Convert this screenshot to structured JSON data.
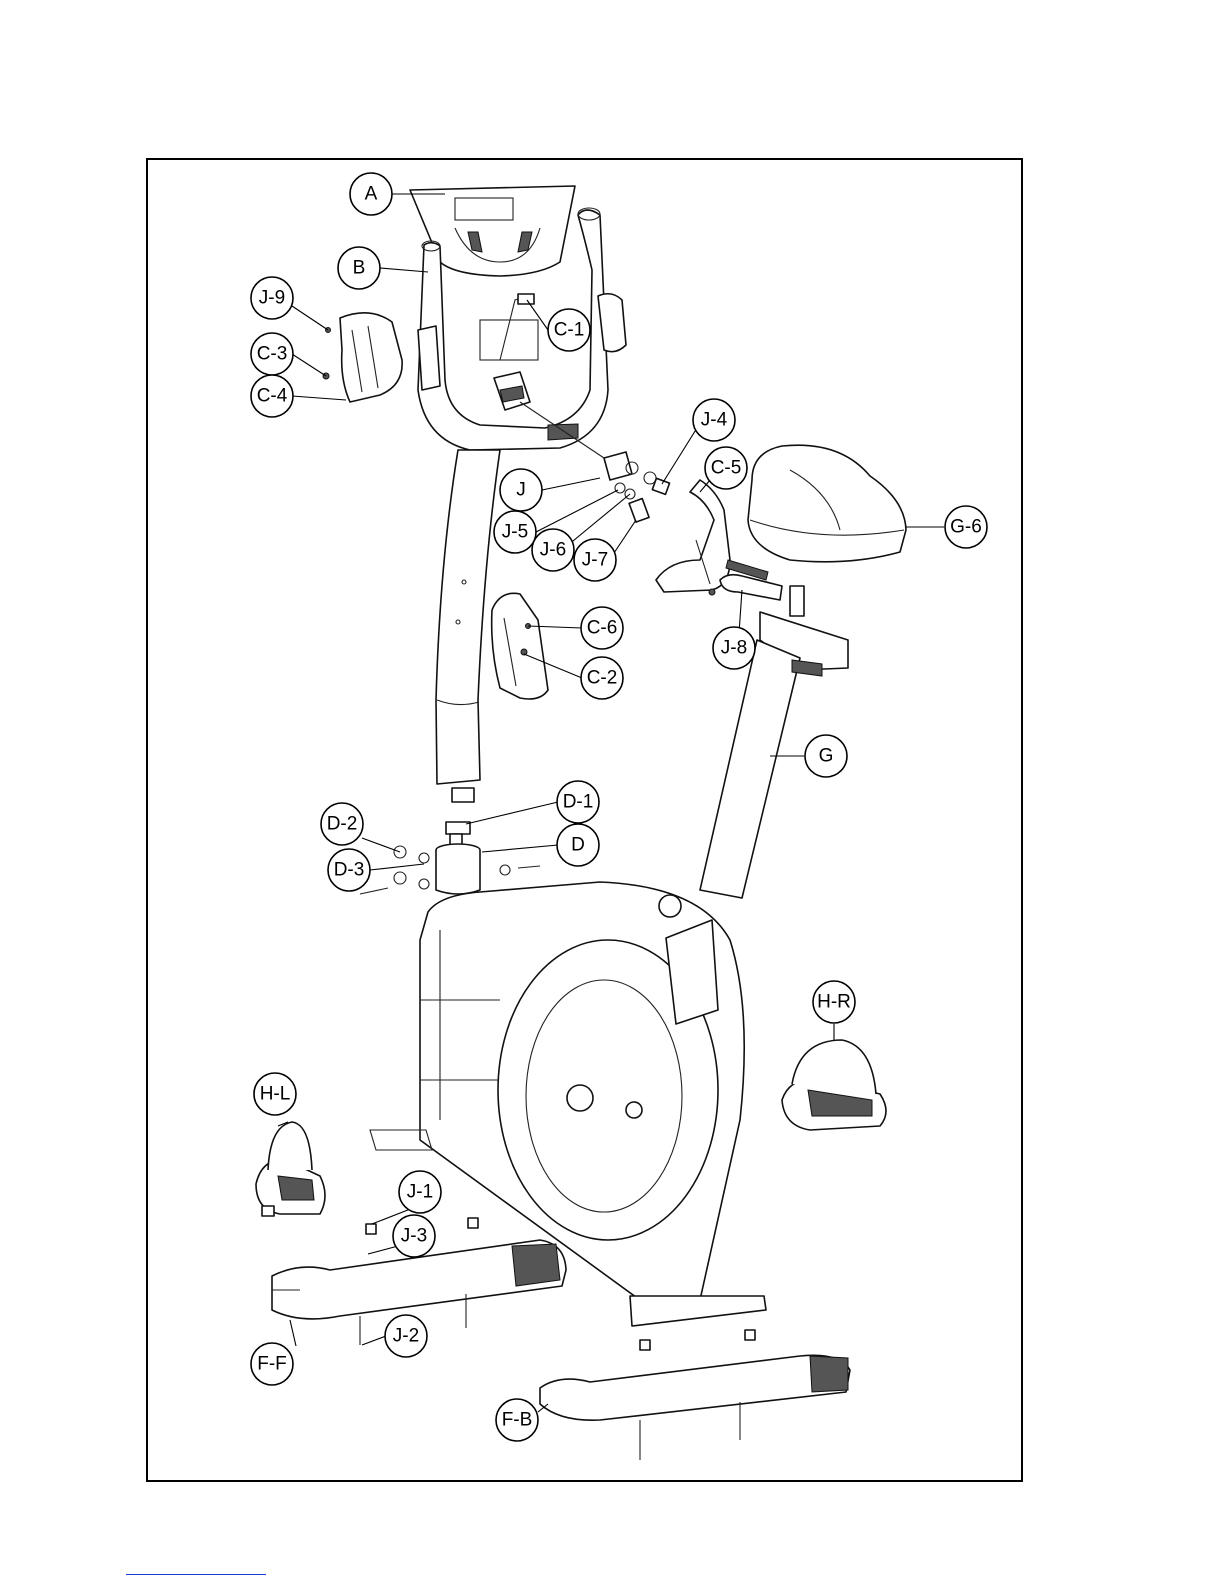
{
  "callouts": [
    {
      "id": "A",
      "label": "A"
    },
    {
      "id": "B",
      "label": "B"
    },
    {
      "id": "J-9",
      "label": "J-9"
    },
    {
      "id": "C-3",
      "label": "C-3"
    },
    {
      "id": "C-4",
      "label": "C-4"
    },
    {
      "id": "C-1",
      "label": "C-1"
    },
    {
      "id": "J-4",
      "label": "J-4"
    },
    {
      "id": "C-5",
      "label": "C-5"
    },
    {
      "id": "G-6",
      "label": "G-6"
    },
    {
      "id": "J",
      "label": "J"
    },
    {
      "id": "J-5",
      "label": "J-5"
    },
    {
      "id": "J-6",
      "label": "J-6"
    },
    {
      "id": "J-7",
      "label": "J-7"
    },
    {
      "id": "C-6",
      "label": "C-6"
    },
    {
      "id": "J-8",
      "label": "J-8"
    },
    {
      "id": "C-2",
      "label": "C-2"
    },
    {
      "id": "G",
      "label": "G"
    },
    {
      "id": "D-1",
      "label": "D-1"
    },
    {
      "id": "D-2",
      "label": "D-2"
    },
    {
      "id": "D",
      "label": "D"
    },
    {
      "id": "D-3",
      "label": "D-3"
    },
    {
      "id": "H-R",
      "label": "H-R"
    },
    {
      "id": "H-L",
      "label": "H-L"
    },
    {
      "id": "J-1",
      "label": "J-1"
    },
    {
      "id": "J-3",
      "label": "J-3"
    },
    {
      "id": "J-2",
      "label": "J-2"
    },
    {
      "id": "F-F",
      "label": "F-F"
    },
    {
      "id": "F-B",
      "label": "F-B"
    }
  ]
}
